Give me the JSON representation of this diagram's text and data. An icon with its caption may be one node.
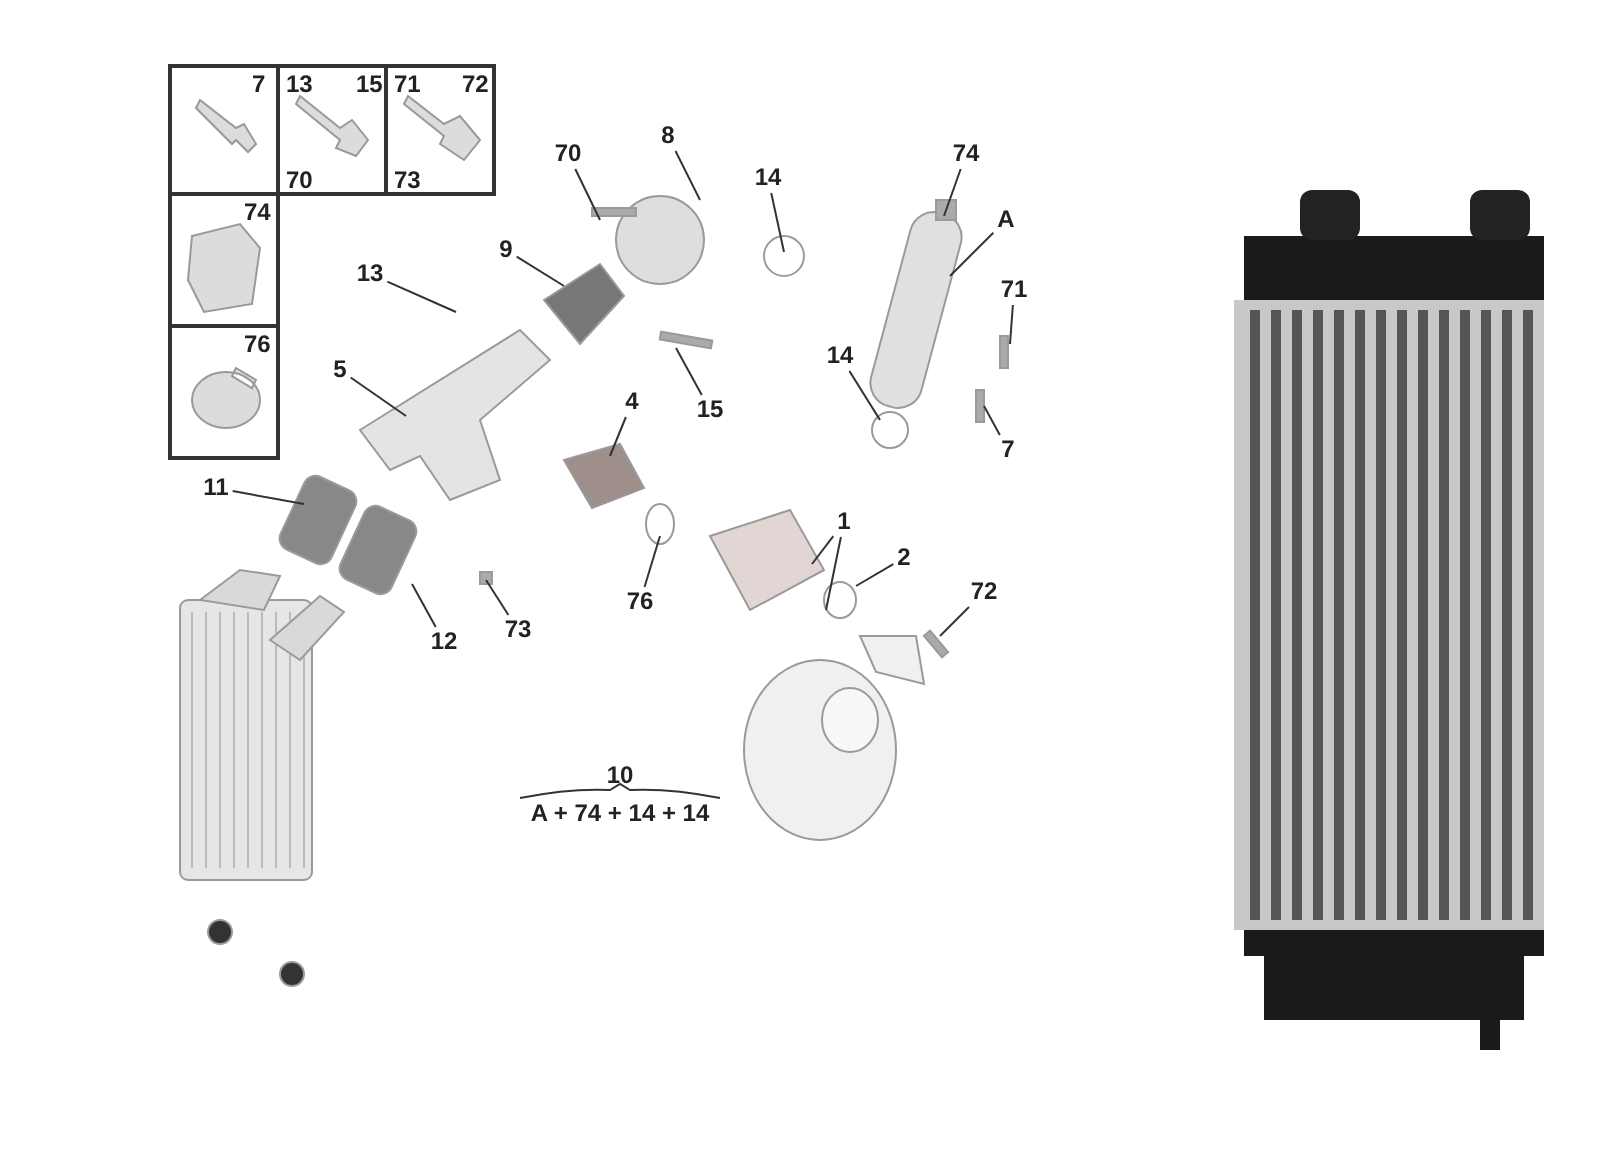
{
  "diagram": {
    "nodes": [
      {
        "text": [
          "7"
        ]
      },
      {
        "text": [
          "13",
          "15",
          "70"
        ]
      },
      {
        "text": [
          "71",
          "72",
          "73"
        ]
      },
      {
        "text": [
          "74"
        ]
      },
      {
        "text": [
          "76"
        ]
      },
      {
        "text": [
          "70"
        ]
      },
      {
        "text": [
          "8"
        ]
      },
      {
        "text": [
          "14"
        ]
      },
      {
        "text": [
          "74"
        ]
      },
      {
        "text": [
          "A"
        ]
      },
      {
        "text": [
          "9"
        ]
      },
      {
        "text": [
          "13"
        ]
      },
      {
        "text": [
          "71"
        ]
      },
      {
        "text": [
          "5"
        ]
      },
      {
        "text": [
          "15"
        ]
      },
      {
        "text": [
          "14"
        ]
      },
      {
        "text": [
          "7"
        ]
      },
      {
        "text": [
          "4"
        ]
      },
      {
        "text": [
          "11"
        ]
      },
      {
        "text": [
          "1"
        ]
      },
      {
        "text": [
          "2"
        ]
      },
      {
        "text": [
          "72"
        ]
      },
      {
        "text": [
          "76"
        ]
      },
      {
        "text": [
          "73"
        ]
      },
      {
        "text": [
          "12"
        ]
      }
    ],
    "edges": [
      {
        "from": 5,
        "to": null,
        "arrow": "none"
      },
      {
        "from": 6,
        "to": null,
        "arrow": "none"
      },
      {
        "from": 7,
        "to": null,
        "arrow": "none"
      },
      {
        "from": 8,
        "to": null,
        "arrow": "none"
      },
      {
        "from": 9,
        "to": null,
        "arrow": "none"
      },
      {
        "from": 10,
        "to": null,
        "arrow": "none"
      },
      {
        "from": 11,
        "to": null,
        "arrow": "none"
      },
      {
        "from": 12,
        "to": null,
        "arrow": "none"
      },
      {
        "from": 13,
        "to": null,
        "arrow": "none"
      },
      {
        "from": 14,
        "to": null,
        "arrow": "none"
      },
      {
        "from": 15,
        "to": null,
        "arrow": "none"
      },
      {
        "from": 16,
        "to": null,
        "arrow": "none"
      },
      {
        "from": 17,
        "to": null,
        "arrow": "none"
      },
      {
        "from": 18,
        "to": null,
        "arrow": "none"
      },
      {
        "from": 19,
        "to": null,
        "arrow": "none"
      },
      {
        "from": 19,
        "to": null,
        "arrow": "none"
      },
      {
        "from": 20,
        "to": null,
        "arrow": "none"
      },
      {
        "from": 21,
        "to": null,
        "arrow": "none"
      },
      {
        "from": 22,
        "to": null,
        "arrow": "none"
      },
      {
        "from": 23,
        "to": null,
        "arrow": "none"
      },
      {
        "from": 24,
        "to": null,
        "arrow": "none"
      }
    ],
    "labels": [
      "10",
      "A + 74 + 14 + 14"
    ]
  }
}
